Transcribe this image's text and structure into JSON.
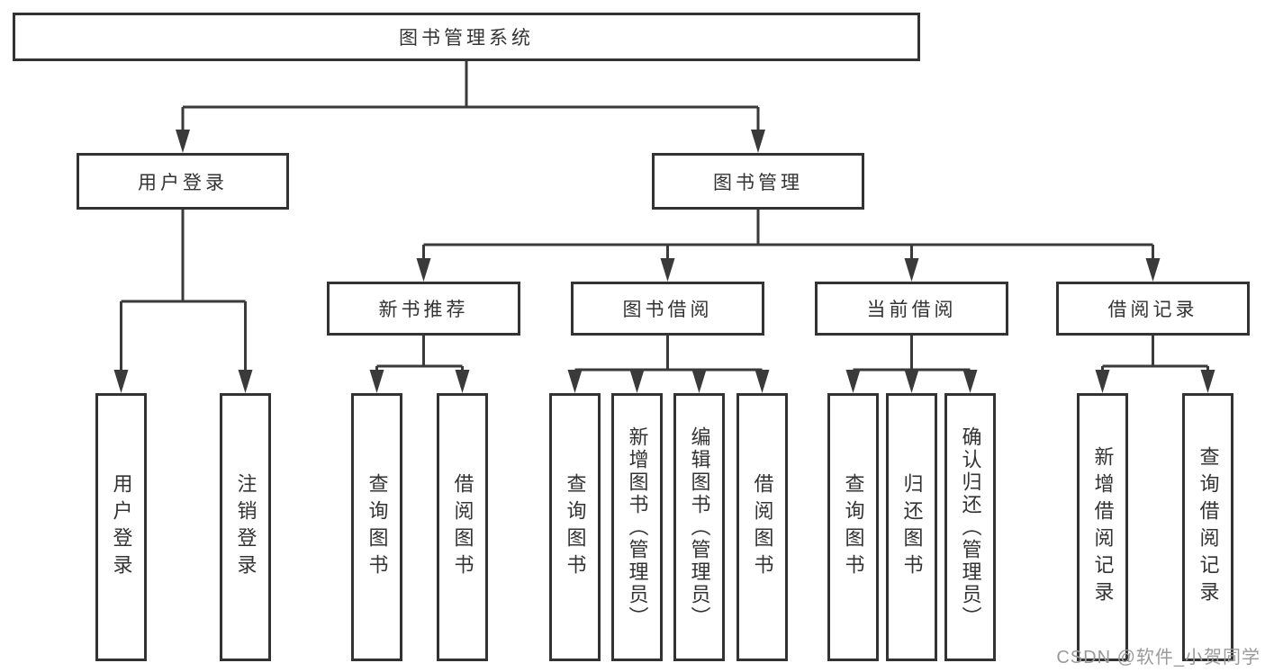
{
  "diagram": {
    "root": {
      "label": "图书管理系统"
    },
    "branches": [
      {
        "label": "用户登录",
        "children": [
          {
            "label": "用户登录"
          },
          {
            "label": "注销登录"
          }
        ]
      },
      {
        "label": "图书管理",
        "children": [
          {
            "label": "新书推荐",
            "children": [
              {
                "label": "查询图书"
              },
              {
                "label": "借阅图书"
              }
            ]
          },
          {
            "label": "图书借阅",
            "children": [
              {
                "label": "查询图书"
              },
              {
                "label": "新增图书（管理员）"
              },
              {
                "label": "编辑图书（管理员）"
              },
              {
                "label": "借阅图书"
              }
            ]
          },
          {
            "label": "当前借阅",
            "children": [
              {
                "label": "查询图书"
              },
              {
                "label": "归还图书"
              },
              {
                "label": "确认归还（管理员）"
              }
            ]
          },
          {
            "label": "借阅记录",
            "children": [
              {
                "label": "新增借阅记录"
              },
              {
                "label": "查询借阅记录"
              }
            ]
          }
        ]
      }
    ]
  },
  "watermark": {
    "text": "CSDN @软件_小贺同学"
  },
  "colors": {
    "line": "#3a3a3a",
    "box_border": "#333333",
    "text": "#333333",
    "background": "#ffffff",
    "watermark": "#9a9a9a"
  }
}
